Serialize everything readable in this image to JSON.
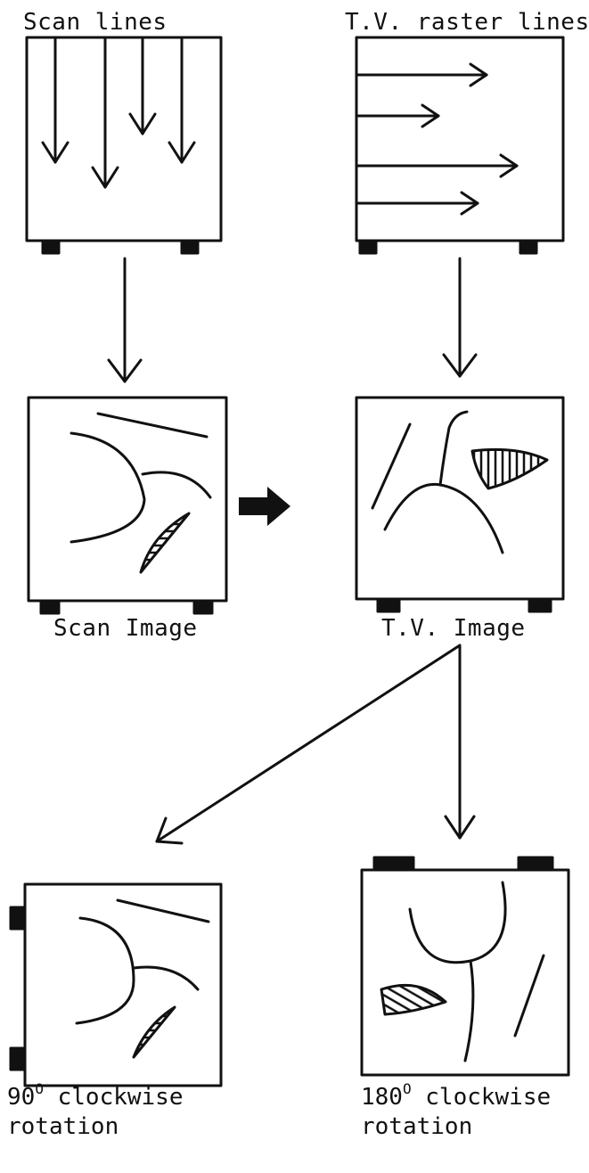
{
  "labels": {
    "scan_lines": "Scan lines",
    "tv_raster_lines": "T.V. raster lines",
    "scan_image": "Scan Image",
    "tv_image": "T.V. Image"
  },
  "captions": {
    "rot90": {
      "number": "90",
      "degree": "O",
      "text": " clockwise",
      "line2": "rotation"
    },
    "rot180": {
      "number": "180",
      "degree": "O",
      "text": " clockwise",
      "line2": "rotation"
    }
  }
}
